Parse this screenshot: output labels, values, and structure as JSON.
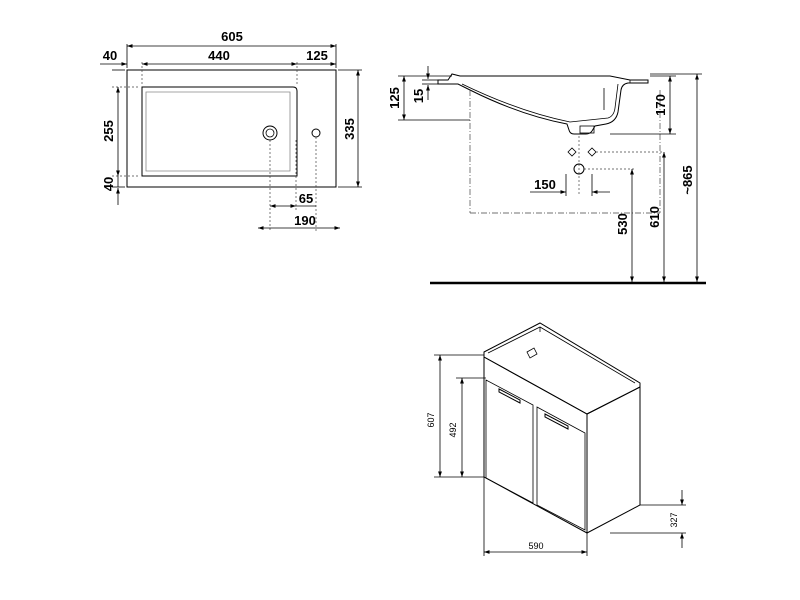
{
  "top_view": {
    "width_total": "605",
    "left_margin": "40",
    "basin_width": "440",
    "right_margin": "125",
    "basin_depth": "255",
    "front_margin": "40",
    "depth_total": "335",
    "drain_offset": "65",
    "tap_offset": "190"
  },
  "section_view": {
    "rim_height": "125",
    "rim_thickness": "15",
    "bowl_depth": "170",
    "waste_spacing": "150",
    "waste_height": "530",
    "basin_underside_height": "610",
    "total_height": "~865"
  },
  "cabinet_view": {
    "height_total": "607",
    "door_height": "492",
    "leg_height": "327",
    "width": "590"
  }
}
